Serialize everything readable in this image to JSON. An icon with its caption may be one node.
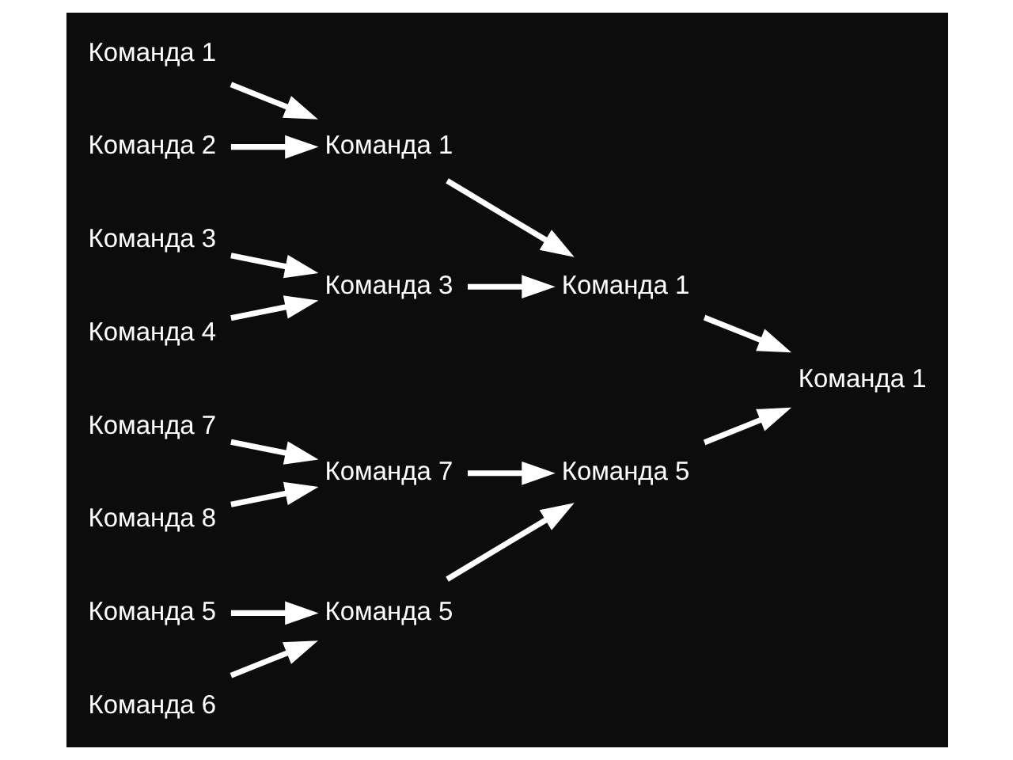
{
  "diagram": {
    "nodes": [
      {
        "text": [
          "Команда 1"
        ]
      },
      {
        "text": [
          "Команда 2"
        ]
      },
      {
        "text": [
          "Команда 3"
        ]
      },
      {
        "text": [
          "Команда 4"
        ]
      },
      {
        "text": [
          "Команда 5"
        ]
      },
      {
        "text": [
          "Команда 6"
        ]
      },
      {
        "text": [
          "Команда 7"
        ]
      },
      {
        "text": [
          "Команда 8"
        ]
      },
      {
        "text": [
          "Команда 1"
        ]
      },
      {
        "text": [
          "Команда 3"
        ]
      },
      {
        "text": [
          "Команда 5"
        ]
      },
      {
        "text": [
          "Команда 7"
        ]
      },
      {
        "text": [
          "Команда 1"
        ]
      },
      {
        "text": [
          "Команда 5"
        ]
      },
      {
        "text": [
          "Команда 1"
        ]
      }
    ],
    "edges": [
      {
        "from": 0,
        "to": 8,
        "arrow": "to"
      },
      {
        "from": 1,
        "to": 8,
        "arrow": "to"
      },
      {
        "from": 2,
        "to": 9,
        "arrow": "to"
      },
      {
        "from": 3,
        "to": 9,
        "arrow": "to"
      },
      {
        "from": 4,
        "to": 10,
        "arrow": "to"
      },
      {
        "from": 5,
        "to": 10,
        "arrow": "to"
      },
      {
        "from": 6,
        "to": 11,
        "arrow": "to"
      },
      {
        "from": 7,
        "to": 11,
        "arrow": "to"
      },
      {
        "from": 8,
        "to": 12,
        "arrow": "to"
      },
      {
        "from": 9,
        "to": 12,
        "arrow": "to"
      },
      {
        "from": 10,
        "to": 13,
        "arrow": "to"
      },
      {
        "from": 11,
        "to": 13,
        "arrow": "to"
      },
      {
        "from": 12,
        "to": 14,
        "arrow": "to"
      },
      {
        "from": 13,
        "to": 14,
        "arrow": "to"
      }
    ]
  }
}
